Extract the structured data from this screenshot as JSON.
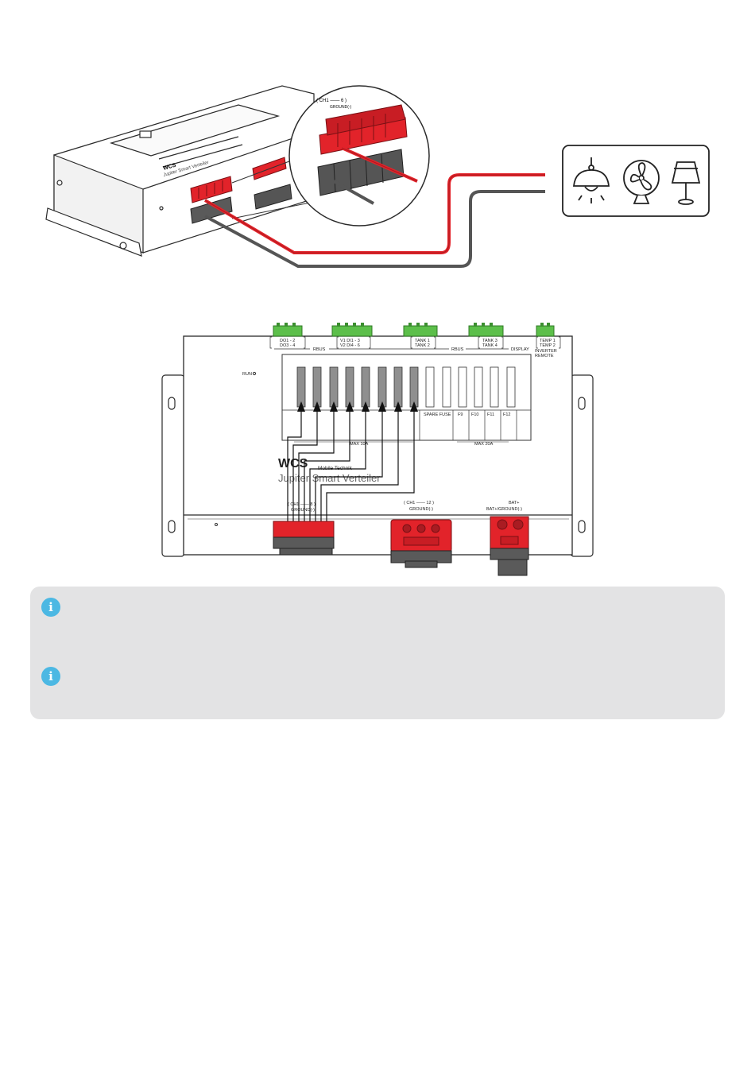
{
  "top_diagram": {
    "module_label": "Jupiter Smart Verteiler",
    "brand": "WCS",
    "zoom_connector_label": "( CH1 —— 6 )",
    "zoom_connector_sublabel": "GROUND(-)"
  },
  "consumers": [
    {
      "icon": "ceiling-lamp-icon"
    },
    {
      "icon": "fan-icon"
    },
    {
      "icon": "table-lamp-icon"
    }
  ],
  "board": {
    "top_connectors": [
      {
        "line1": "DO1 - 2",
        "line2": "DO3 - 4"
      },
      {
        "line1": "V1  DI1 - 3",
        "line2": "V2  DI4 - 6"
      },
      {
        "line1": "TANK 1",
        "line2": "TANK 2"
      },
      {
        "line1": "TANK 3",
        "line2": "TANK 4"
      },
      {
        "line1": "TEMP 1",
        "line2": "TEMP 2"
      }
    ],
    "rbus_left": "RBUS",
    "rbus_right": "RBUS",
    "display": "DISPLAY",
    "inverter_line1": "INVERTER",
    "inverter_line2": "REMOTE",
    "run_led": "RUN",
    "spare_fuse": "SPARE FUSE",
    "fuse_labels": [
      "F9",
      "F10",
      "F11",
      "F12"
    ],
    "max_10a": "MAX 10A",
    "max_20a": "MAX 20A",
    "brand": "WCS",
    "brand_sub": "Mobile Technik",
    "product_name": "Jupiter Smart Verteiler",
    "conn_ch_left": "( CH1 —— 8 )",
    "conn_ch_left_sub": "GROUND(-)",
    "conn_ch_mid": "( CH1 —— 12 )",
    "conn_ch_mid_sub": "GROUND(-)",
    "conn_bat": "BAT+",
    "conn_bat_sub": "BAT+/GROUND(-)"
  },
  "notes": [
    {
      "icon": "info-icon",
      "text": ""
    },
    {
      "icon": "info-icon",
      "text": ""
    }
  ],
  "colors": {
    "red": "#e2232a",
    "dark_red": "#a91c22",
    "gray": "#555555",
    "green": "#5cbf4a",
    "info": "#4cb8e3",
    "panel": "#e3e3e4"
  }
}
